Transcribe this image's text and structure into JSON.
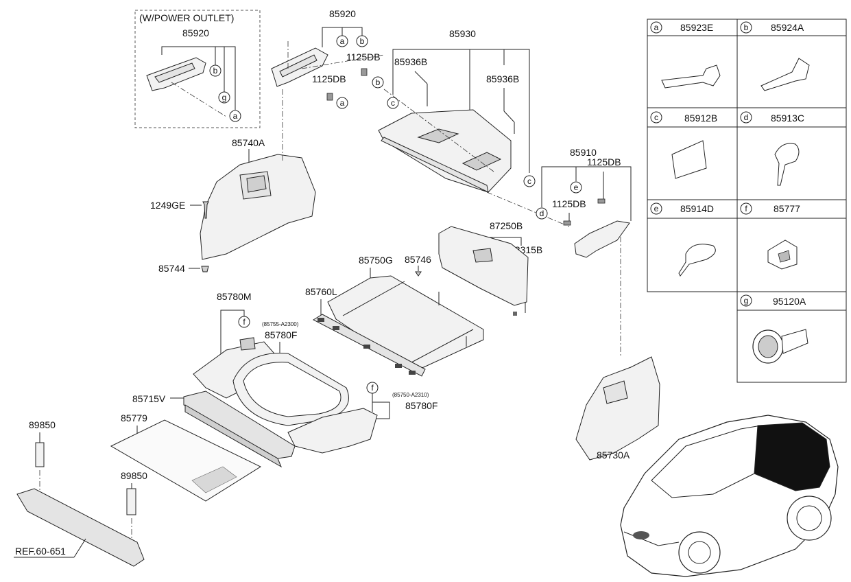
{
  "callouts": {
    "power_outlet_box": "(W/POWER OUTLET)",
    "p85920_inset": "85920",
    "p85920_top": "85920",
    "p85930": "85930",
    "p85936B_left": "85936B",
    "p85936B_right": "85936B",
    "p1125DB_a": "1125DB",
    "p1125DB_b": "1125DB",
    "p1125DB_c": "1125DB",
    "p1125DB_d": "1125DB",
    "p85740A": "85740A",
    "p1249GE": "1249GE",
    "p85744": "85744",
    "p85910": "85910",
    "p87250B": "87250B",
    "p82315B": "82315B",
    "p85750G": "85750G",
    "p85746": "85746",
    "p85760L": "85760L",
    "p85780M": "85780M",
    "p85780F_top_note": "(85755-A2300)",
    "p85780F_top": "85780F",
    "p85780F_bot_note": "(85750-A2310)",
    "p85780F_bot": "85780F",
    "p85715V": "85715V",
    "p85779": "85779",
    "p89850_top": "89850",
    "p89850_bot": "89850",
    "p85730A": "85730A",
    "ref": "REF.60-651"
  },
  "letters": {
    "a": "a",
    "b": "b",
    "c": "c",
    "d": "d",
    "e": "e",
    "f": "f",
    "g": "g"
  },
  "legend": [
    {
      "letter": "a",
      "part": "85923E"
    },
    {
      "letter": "b",
      "part": "85924A"
    },
    {
      "letter": "c",
      "part": "85912B"
    },
    {
      "letter": "d",
      "part": "85913C"
    },
    {
      "letter": "e",
      "part": "85914D"
    },
    {
      "letter": "f",
      "part": "85777"
    },
    {
      "letter": "g",
      "part": "95120A"
    }
  ]
}
